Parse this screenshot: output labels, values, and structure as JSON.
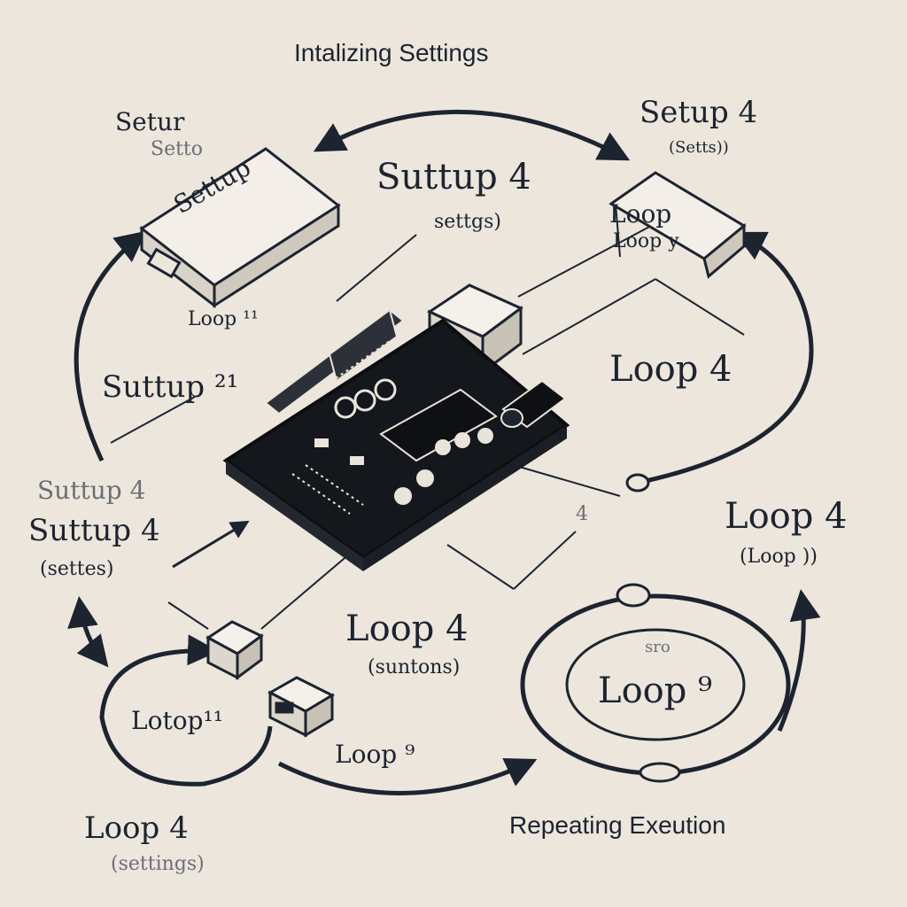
{
  "title": "Intalizing Settings",
  "footer": "Repeating Exeution",
  "labels": {
    "setup_top_left_a": "Setur",
    "setup_top_left_b": "Setto",
    "block_setup": "Settup",
    "center_setup": "Suttup 4",
    "center_setup_sub": "settgs)",
    "right_setup": "Setup 4",
    "right_setup_sub": "(Setts))",
    "right_loop_a": "Loop",
    "right_loop_b": "Loop y",
    "left_loop_small": "Loop ¹¹",
    "left_settup": "Suttup ²¹",
    "right_loop4": "Loop 4",
    "left_suttup_faded": "Suttup 4",
    "left_suttup": "Suttup 4",
    "left_suttup_sub": "(settes)",
    "right_loop4_b": "Loop 4",
    "right_loop4_b_sub": "(Loop ))",
    "mid_loop4": "Loop 4",
    "mid_loop4_sub": "(suntons)",
    "bottom_left_lotop": "Lotop¹¹",
    "bottom_loop_small": "Loop ⁹",
    "circle_loop": "Loop ⁹",
    "circle_top_tiny": "sro",
    "bottom_left_loop4": "Loop 4",
    "bottom_left_sub": "(settings)",
    "mid_tiny": "4"
  }
}
